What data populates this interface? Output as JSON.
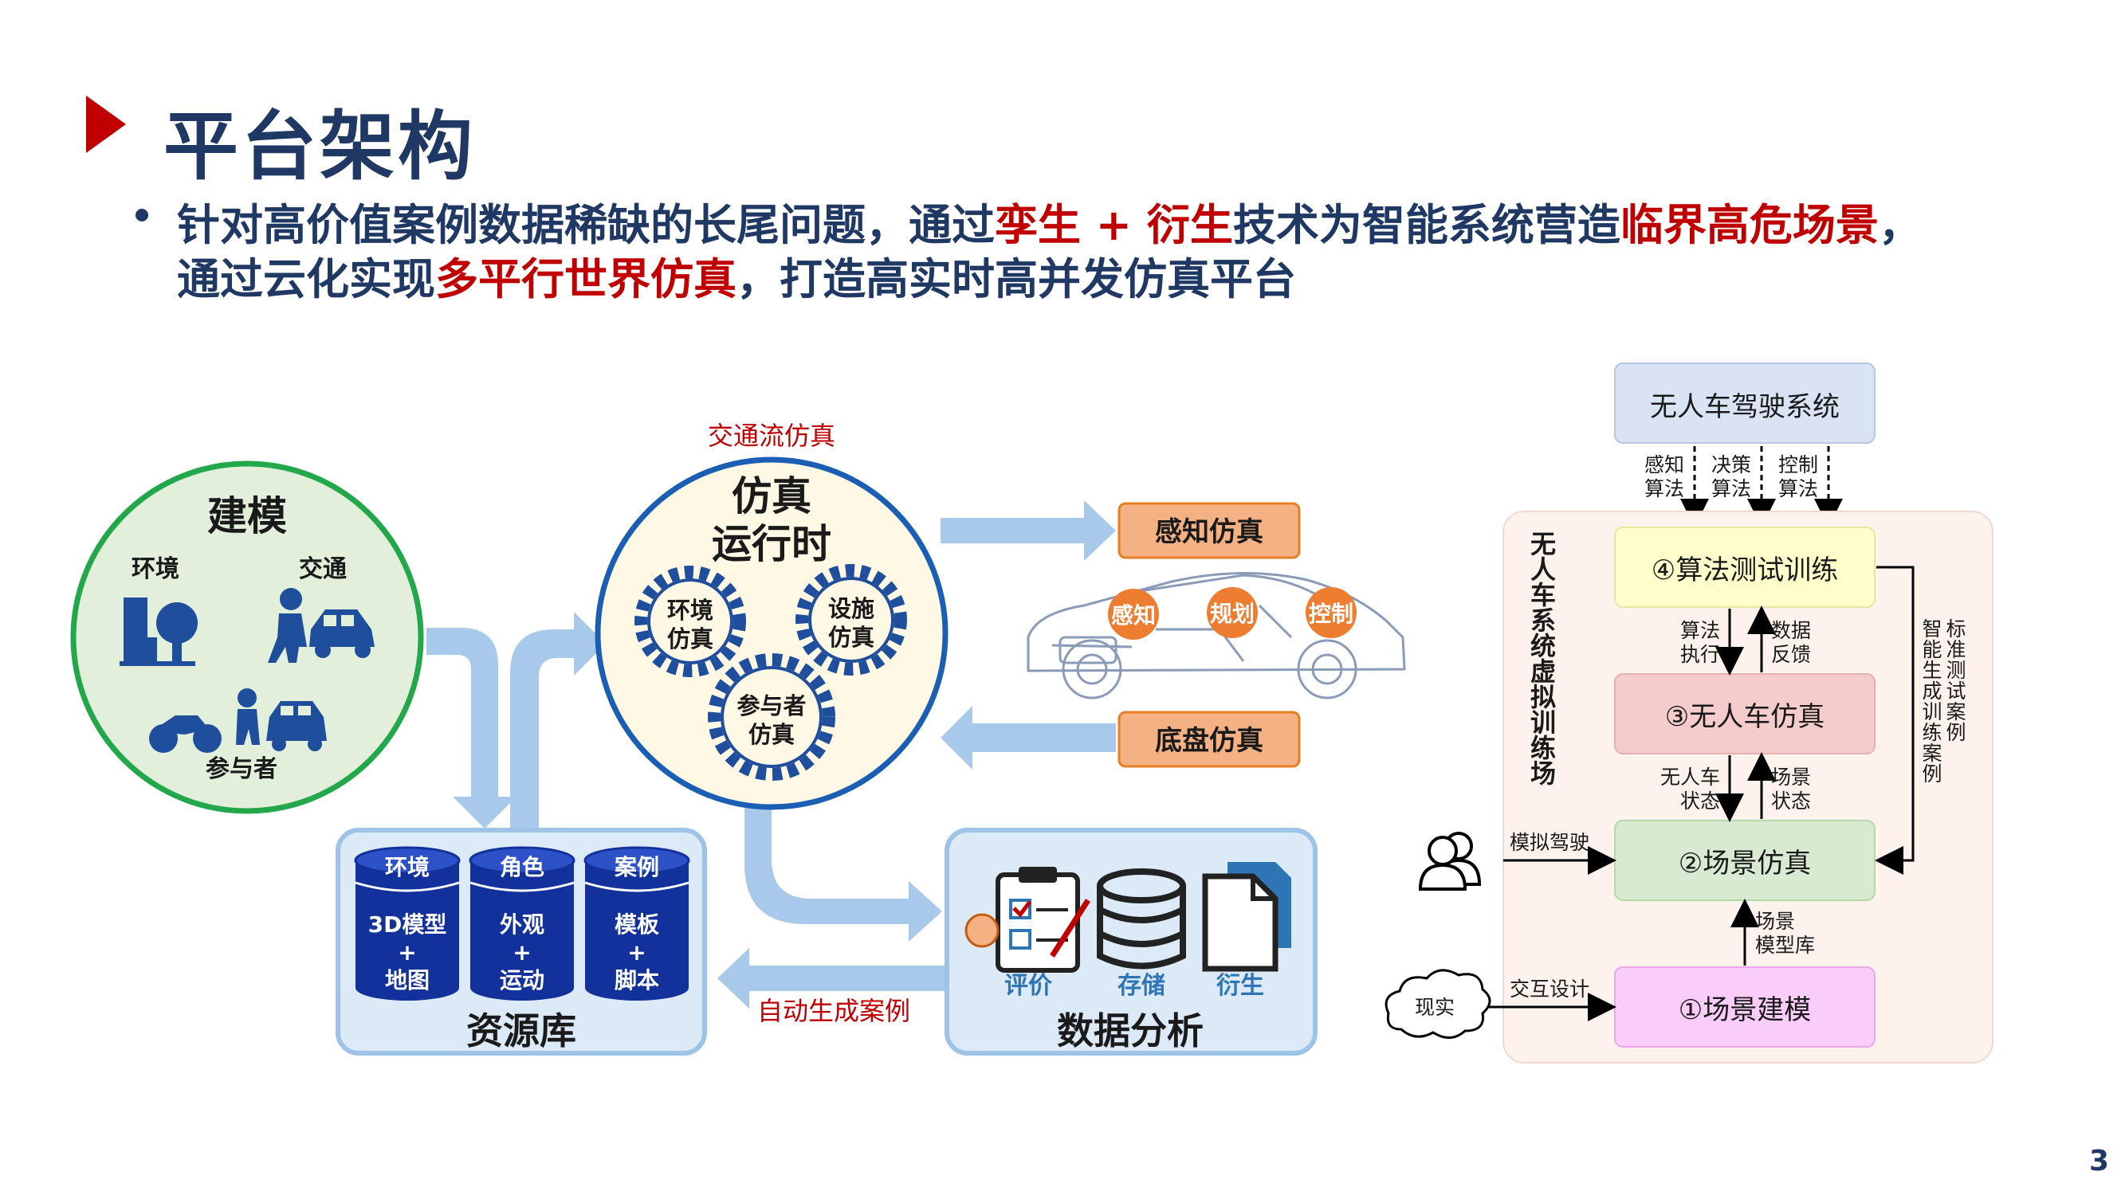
{
  "header": {
    "title": "平台架构",
    "bullet": {
      "l1_a": "针对高价值案例数据稀缺的长尾问题，通过",
      "l1_b": "孪生",
      "l1_c": " + ",
      "l1_d": "衍生",
      "l1_e": "技术为智能系统营造",
      "l1_f": "临界高危场景",
      "l1_g": "，",
      "l2_a": "通过云化实现",
      "l2_b": "多平行世界仿真",
      "l2_c": "，打造高实时高并发仿真平台"
    }
  },
  "left": {
    "modeling": {
      "title": "建模",
      "env": "环境",
      "traffic": "交通",
      "participant": "参与者"
    },
    "runtime": {
      "label_top": "交通流仿真",
      "title1": "仿真",
      "title2": "运行时",
      "g1a": "环境",
      "g1b": "仿真",
      "g2a": "设施",
      "g2b": "仿真",
      "g3a": "参与者",
      "g3b": "仿真"
    },
    "perception_box": "感知仿真",
    "chassis_box": "底盘仿真",
    "car_tags": {
      "a": "感知",
      "b": "规划",
      "c": "控制"
    },
    "resource": {
      "title": "资源库",
      "c1_head": "环境",
      "c1_l1": "3D模型",
      "c1_l2": "+",
      "c1_l3": "地图",
      "c2_head": "角色",
      "c2_l1": "外观",
      "c2_l2": "+",
      "c2_l3": "运动",
      "c3_head": "案例",
      "c3_l1": "模板",
      "c3_l2": "+",
      "c3_l3": "脚本"
    },
    "auto_gen": "自动生成案例",
    "analysis": {
      "title": "数据分析",
      "i1": "评价",
      "i2": "存储",
      "i3": "衍生"
    }
  },
  "right": {
    "system_box": "无人车驾驶系统",
    "algo": {
      "a1": "感知",
      "a2": "算法",
      "b1": "决策",
      "b2": "算法",
      "c1": "控制",
      "c2": "算法"
    },
    "vertical_title": "无人车系统虚拟训练场",
    "box4": "④算法测试训练",
    "box3": "③无人车仿真",
    "box2": "②场景仿真",
    "box1": "①场景建模",
    "e_exec1": "算法",
    "e_exec2": "执行",
    "e_fb1": "数据",
    "e_fb2": "反馈",
    "e_st1": "无人车",
    "e_st2": "状态",
    "e_sc1": "场景",
    "e_sc2": "状态",
    "e_lib1": "场景",
    "e_lib2": "模型库",
    "side_col1": "标准测试案例",
    "side_col2": "智能生成训练案例",
    "sim_drive": "模拟驾驶",
    "interact": "交互设计",
    "reality": "现实"
  },
  "page_number": "3",
  "colors": {
    "navy": "#1f3864",
    "red": "#c00000",
    "green_ring": "#22a84a",
    "blue_ring": "#1a5fb4",
    "orange_box": "#f4b183",
    "arrow_blue": "#9dc3e6",
    "yellow_box": "#ffffcc",
    "pink_box": "#f4cccc",
    "green_box": "#d9ead3",
    "magenta_box": "#f9ccf9"
  }
}
